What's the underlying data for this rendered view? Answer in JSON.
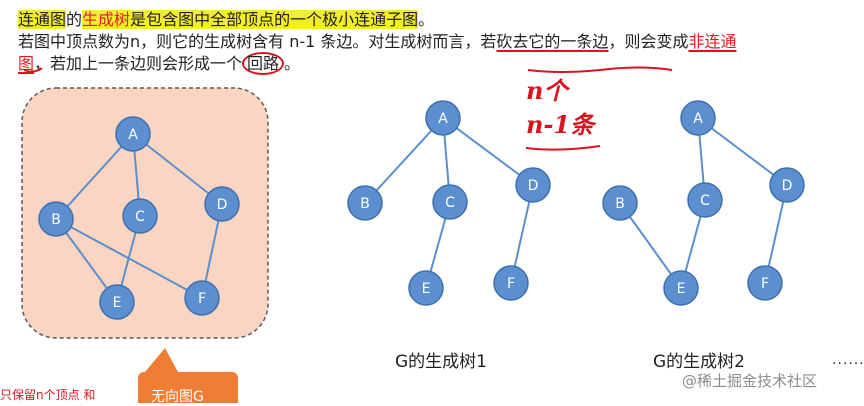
{
  "text": {
    "line1": {
      "part1": "连通图",
      "part2": "的",
      "part3": "生成树",
      "part4": "是",
      "part5": "包含图中全部顶点的一个极小连通子图",
      "part6": "。"
    },
    "line2": {
      "part1": "若图中顶点数为n，则它的生成树含有 n-1 条边。对生成树而言，若",
      "part2": "砍去它的一条边",
      "part3": "，则会变成",
      "part4": "非连通"
    },
    "line3": {
      "part1": "图",
      "part2": "，若加上一条边则会形成一个",
      "part3": "回路",
      "part4": "。"
    }
  },
  "handwriting": {
    "l1": "n个",
    "l2": "n-1条"
  },
  "graph": {
    "nodes": [
      "A",
      "B",
      "C",
      "D",
      "E",
      "F"
    ],
    "edges": [
      [
        "A",
        "B"
      ],
      [
        "A",
        "C"
      ],
      [
        "A",
        "D"
      ],
      [
        "B",
        "E"
      ],
      [
        "B",
        "F"
      ],
      [
        "C",
        "E"
      ],
      [
        "D",
        "F"
      ]
    ]
  },
  "tree1": {
    "caption": "G的生成树1",
    "edges": [
      [
        "A",
        "B"
      ],
      [
        "A",
        "C"
      ],
      [
        "A",
        "D"
      ],
      [
        "C",
        "E"
      ],
      [
        "D",
        "F"
      ]
    ]
  },
  "tree2": {
    "caption": "G的生成树2",
    "edges": [
      [
        "A",
        "C"
      ],
      [
        "A",
        "D"
      ],
      [
        "B",
        "E"
      ],
      [
        "C",
        "E"
      ],
      [
        "D",
        "F"
      ]
    ]
  },
  "callout": {
    "label": "无向图G"
  },
  "ellipsis": "......",
  "watermark": "@稀土掘金技术社区",
  "bottom_red": "只保留n个顶点 和",
  "colors": {
    "node_fill": "#5b8fcf",
    "node_stroke": "#3f6fae",
    "edge": "#5b8fcf",
    "box_fill": "#f9d5c2",
    "box_border": "#5a5a5a",
    "callout": "#ef7d36",
    "highlight": "#f3ee2a",
    "red": "#e01f1f"
  }
}
